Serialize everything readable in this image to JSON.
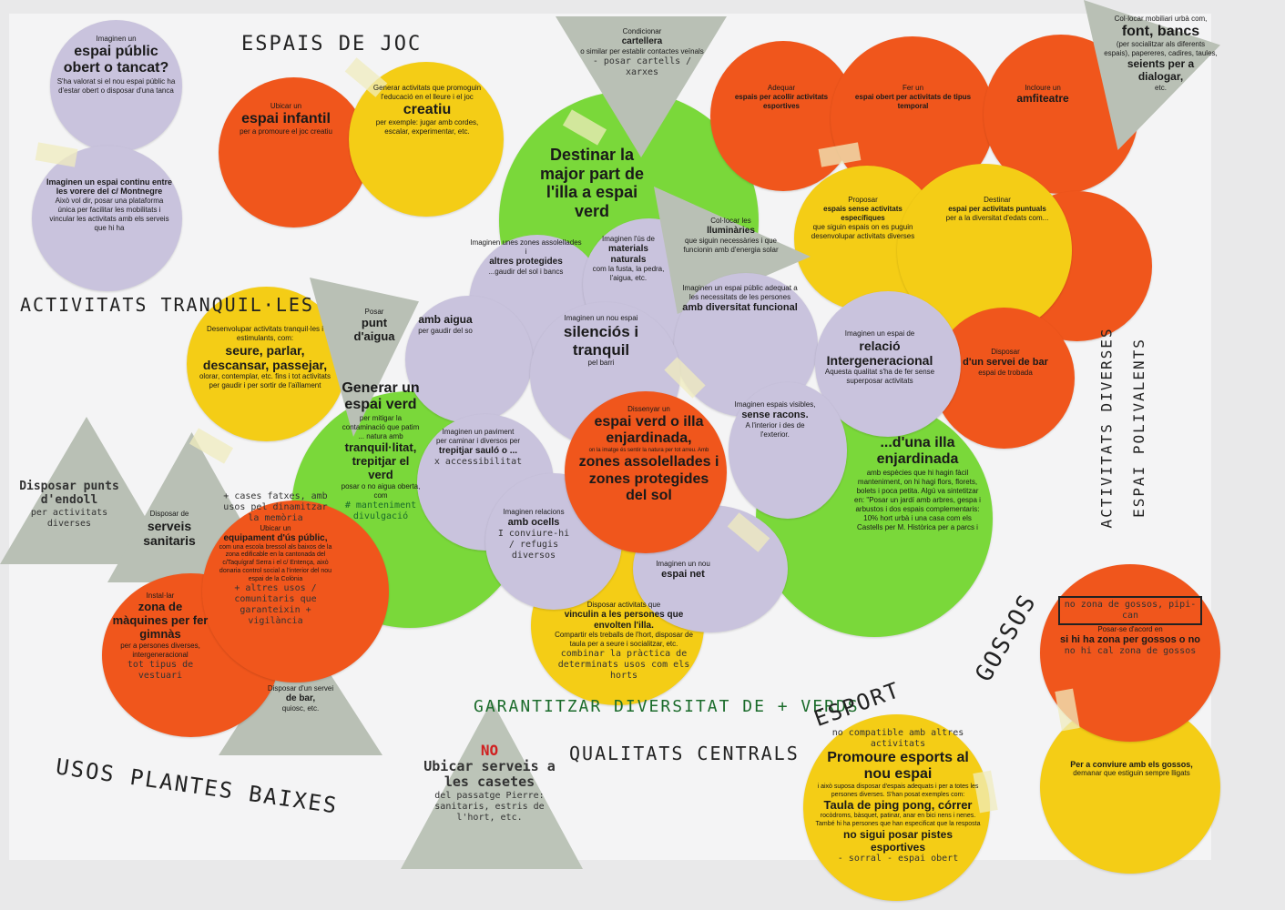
{
  "labels": {
    "espais_de_joc": "ESPAIS DE JOC",
    "activitats_tranquilles": "ACTIVITATS TRANQUIL·LES",
    "activitats_diverses": "ACTIVITATS DIVERSES",
    "espai_polivalents": "ESPAI POLIVALENTS",
    "gossos": "GOSSOS",
    "usos_plantes_baixes": "USOS PLANTES BAIXES",
    "garantitzar": "GARANTITZAR DIVERSITAT DE + VERDS",
    "qualitats": "QUALITATS CENTRALS",
    "esport": "ESPORT"
  },
  "cards": {
    "obert_tancat": {
      "lead": "Imaginen un",
      "bold": "espai públic obert o tancat?",
      "body": "S'ha valorat si el nou espai públic ha d'estar obert o disposar d'una tanca"
    },
    "espai_continu": {
      "lead": "Imaginen un espai continu entre les vorere del c/ Montnegre",
      "body": "Això vol dir, posar una plataforma única per facilitar les mobilitats i vincular les activitats amb els serveis que hi ha"
    },
    "espai_infantil": {
      "lead": "Ubicar un",
      "bold": "espai infantil",
      "body": "per a promoure el joc creatiu"
    },
    "joc_creatiu": {
      "lead": "Generar activitats que promoguin l'educació en el lleure i el joc",
      "bold": "creatiu",
      "body": "per exemple: jugar amb cordes, escalar, experimentar, etc."
    },
    "cartellera": {
      "lead": "Condicionar",
      "bold": "cartellera",
      "body": "o similar per establir contactes veïnals",
      "hand": "- posar cartells / xarxes"
    },
    "illa_verd": {
      "bold": "Destinar la major part de l'illa a espai verd"
    },
    "esportives": {
      "lead": "Adequar",
      "bold": "espais per acollir activitats esportives"
    },
    "temporal": {
      "lead": "Fer un",
      "bold": "espai obert per activitats de tipus temporal"
    },
    "amfiteatre": {
      "lead": "Incloure un",
      "bold": "amfiteatre"
    },
    "mobiliari": {
      "lead": "Col·locar mobiliari urbà com,",
      "bold": "font, bancs",
      "body": "(per socialitzar als diferents espais), papereres, cadires, taules,",
      "bold2": "seients per a dialogar,",
      "body2": "etc."
    },
    "sense_activitats": {
      "lead": "Proposar",
      "bold": "espais sense activitats específiques",
      "body": "que siguin espais on es puguin desenvolupar activitats diverses"
    },
    "activitats_puntuals": {
      "lead": "Destinar",
      "bold": "espai per activitats puntuals",
      "body": "per a la diversitat d'edats com..."
    },
    "bar": {
      "lead": "Disposar",
      "bold": "d'un servei de bar",
      "body": "espai de trobada"
    },
    "lluminaries": {
      "lead": "Col·locar les",
      "bold": "lluminàries",
      "body": "que siguin necessàries i que funcionin amb d'energia solar"
    },
    "tranquilles": {
      "lead": "Desenvolupar activitats tranquil·les i estimulants, com:",
      "bold": "seure, parlar, descansar, passejar,",
      "body": "olorar, contemplar, etc. fins i tot activitats per gaudir i per sortir de l'aïllament"
    },
    "punt_aigua": {
      "lead": "Posar",
      "bold": "punt d'aigua"
    },
    "intergeneracional": {
      "lead": "Imaginen un espai de",
      "bold": "relació Intergeneracional",
      "body": "Aquesta qualitat s'ha de fer sense superposar activitats"
    },
    "silencios": {
      "lead": "Imaginen un nou espai",
      "bold": "silenciós i tranquil",
      "body": "pel barri"
    },
    "central": {
      "lead": "Dissenyar un",
      "bold": "espai verd o illa enjardinada,",
      "body": "on la imatge és sentir la natura per tot arreu. Amb",
      "bold2": "zones assolellades i zones protegides del sol"
    },
    "diversitat_funcional": {
      "lead": "Imaginen un espai públic adequat a les necessitats de les persones",
      "bold": "amb diversitat funcional"
    },
    "racons": {
      "lead": "Imaginen espais visibles,",
      "bold": "sense racons.",
      "body": "A l'interior i des de l'exterior."
    },
    "materials": {
      "lead": "Imaginen l'ús de",
      "bold": "materials naturals",
      "body": "com la fusta, la pedra, l'aigua, etc."
    },
    "bancs": {
      "lead": "Imaginen unes zones assolellades i",
      "bold": "altres protegides",
      "body": "...gaudir del sol i bancs"
    },
    "amb_aigua": {
      "bold": "amb aigua",
      "body": "per gaudir del so"
    },
    "paviment": {
      "lead": "Imaginen un paviment",
      "body": "per caminar i diversos per",
      "bold": "trepitjar sauló o ...",
      "hand": "x accessibilitat"
    },
    "ocells": {
      "lead": "Imaginen relacions",
      "bold": "amb ocells",
      "hand": "I conviure-hi / refugis diversos"
    },
    "net": {
      "lead": "Imaginen un nou",
      "bold": "espai net"
    },
    "generar_verd": {
      "bold": "Generar un espai verd",
      "body": "per mitigar la contaminació que patim ... natura amb",
      "bold2": "tranquil·litat, trepitjar el verd",
      "body2": "posar o no aigua oberta, com",
      "hand": "# manteniment divulgació"
    },
    "enjardinada": {
      "bold": "...d'una illa enjardinada",
      "body": "amb espècies que hi hagin fàcil manteniment, on hi hagi flors, florets, bolets i poca petita. Algú va sintetitzar en: \"Posar un jardí amb arbres, gespa i arbustos i dos espais complementaris: 10% hort urbà i una casa com els Castells per M. Històrica per a parcs i"
    },
    "vincular": {
      "lead": "Disposar activitats que",
      "bold": "vinculin a les persones que envolten l'illa.",
      "body": "Compartir els treballs de l'hort, disposar de taula per a seure i socialitzar, etc.",
      "hand": "combinar la pràctica de determinats usos com els horts"
    },
    "endolls": {
      "bold": "Disposar punts d'endoll",
      "hand": "per activitats diverses"
    },
    "sanitaris": {
      "lead": "Disposar de",
      "bold": "serveis sanitaris"
    },
    "equipament": {
      "hand": "+ cases fatxes, amb usos pel dinamitzar la memòria",
      "lead": "Ubicar un",
      "bold": "equipament d'ús públic,",
      "body": "com una escola bressol als baixos de la zona edificable en la cantonada del c/Taquígraf Serra i el c/ Entença, això donaria control social a l'interior del nou espai de la Colònia",
      "hand2": "+ altres usos / comunitaris que garanteixin + vigilància"
    },
    "gimnas": {
      "lead": "Instal·lar",
      "bold": "zona de màquines per fer gimnàs",
      "body": "per a persones diverses, intergeneracional",
      "hand": "tot tipus de vestuari"
    },
    "bar_quiosc": {
      "lead": "Disposar d'un servei",
      "bold": "de bar,",
      "body": "quiosc, etc."
    },
    "casetes": {
      "hand": "NO",
      "bold": "Ubicar serveis a les casetes",
      "body": "del passatge Pierre: sanitaris, estris de l'hort, etc."
    },
    "gossos_zona": {
      "hand": "no zona de gossos, pipi-can",
      "lead": "Posar-se d'acord en",
      "bold": "si hi ha zona per gossos o no",
      "hand2": "no hi cal zona de gossos"
    },
    "gossos_conviure": {
      "bold": "Per a conviure amb els gossos,",
      "body": "demanar que estiguin sempre lligats"
    },
    "esport_card": {
      "hand": "no compatible amb altres activitats",
      "bold": "Promoure esports al nou espai",
      "body": "i això suposa disposar d'espais adequats i per a totes les persones diverses. S'han posat exemples com:",
      "bold2": "Taula de ping pong, córrer",
      "body2": "rocòdroms, bàsquet, patinar, anar en bici nens i nenes. També hi ha persones que han especificat que la resposta",
      "bold3": "no sigui posar pistes esportives",
      "hand2": "- sorral - espai obert"
    }
  },
  "colors": {
    "purple": "#c9c3dd",
    "orange": "#f0561c",
    "yellow": "#f4cd16",
    "green": "#7ad83a",
    "gray": "#b9c0b5"
  }
}
